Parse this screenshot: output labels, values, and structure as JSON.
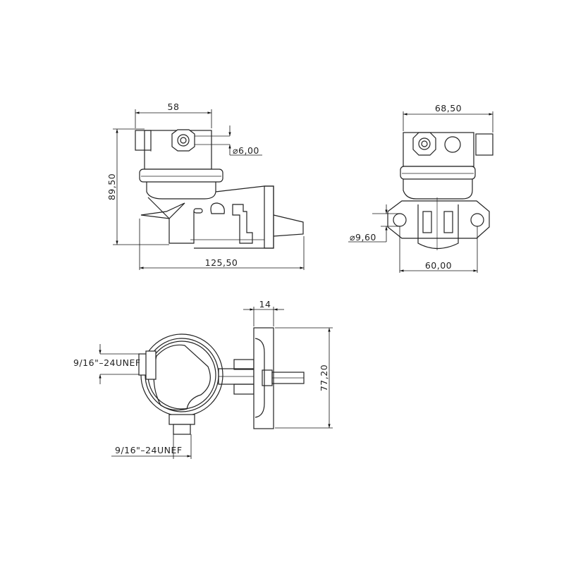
{
  "drawing": {
    "dimensions": {
      "front_width": "58",
      "front_height": "89,50",
      "outlet_diameter": "⌀6,00",
      "front_length": "125,50",
      "side_width": "68,50",
      "mount_hole_diameter": "⌀9,60",
      "mount_hole_spacing": "60,00",
      "flange_thickness": "14",
      "flange_height": "77,20",
      "thread_side": "9/16\"–24UNEF",
      "thread_bottom": "9/16\"–24UNEF"
    },
    "colors": {
      "line": "#222222",
      "background": "#ffffff"
    }
  }
}
